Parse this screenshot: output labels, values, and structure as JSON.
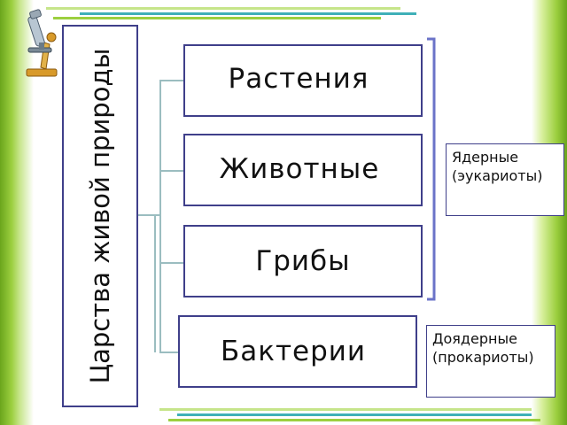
{
  "root": {
    "label": "Царства живой природы"
  },
  "kingdoms": [
    {
      "label": "Растения"
    },
    {
      "label": "Животные"
    },
    {
      "label": "Грибы"
    },
    {
      "label": "Бактерии"
    }
  ],
  "groups": {
    "eukaryotes": "Ядерные (эукариоты)",
    "prokaryotes": "Доядерные (прокариоты)"
  },
  "icons": {
    "microscope": "microscope-icon"
  },
  "colors": {
    "border": "#3f3f8a",
    "connector": "#9bbdc0",
    "bracket": "#6b73c8",
    "accent_green": "#7cbf2a"
  }
}
